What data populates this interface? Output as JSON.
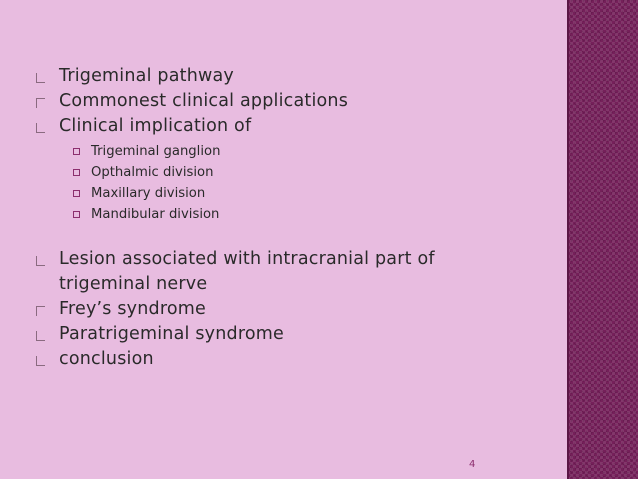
{
  "slide": {
    "items_top": [
      {
        "text": "Trigeminal pathway",
        "bullet": "a"
      },
      {
        "text": "Commonest clinical applications",
        "bullet": "b"
      },
      {
        "text": "Clinical implication of",
        "bullet": "a"
      }
    ],
    "sub_items": [
      "Trigeminal ganglion",
      "Opthalmic division",
      "Maxillary division",
      "Mandibular division"
    ],
    "items_bottom": [
      {
        "text": "Lesion associated with intracranial part of trigeminal nerve",
        "bullet": "a"
      },
      {
        "text": "Frey’s syndrome",
        "bullet": "b"
      },
      {
        "text": "Paratrigeminal syndrome",
        "bullet": "a"
      },
      {
        "text": "conclusion",
        "bullet": "a"
      }
    ],
    "page_number": "4"
  },
  "colors": {
    "background": "#E8BCE0",
    "side_strip": "#75205A",
    "accent": "#8C2E6E",
    "text": "#2A2A2A"
  },
  "icons": {
    "top_level_bullet": "corner-bracket-icon",
    "sub_bullet": "hollow-square-icon"
  }
}
